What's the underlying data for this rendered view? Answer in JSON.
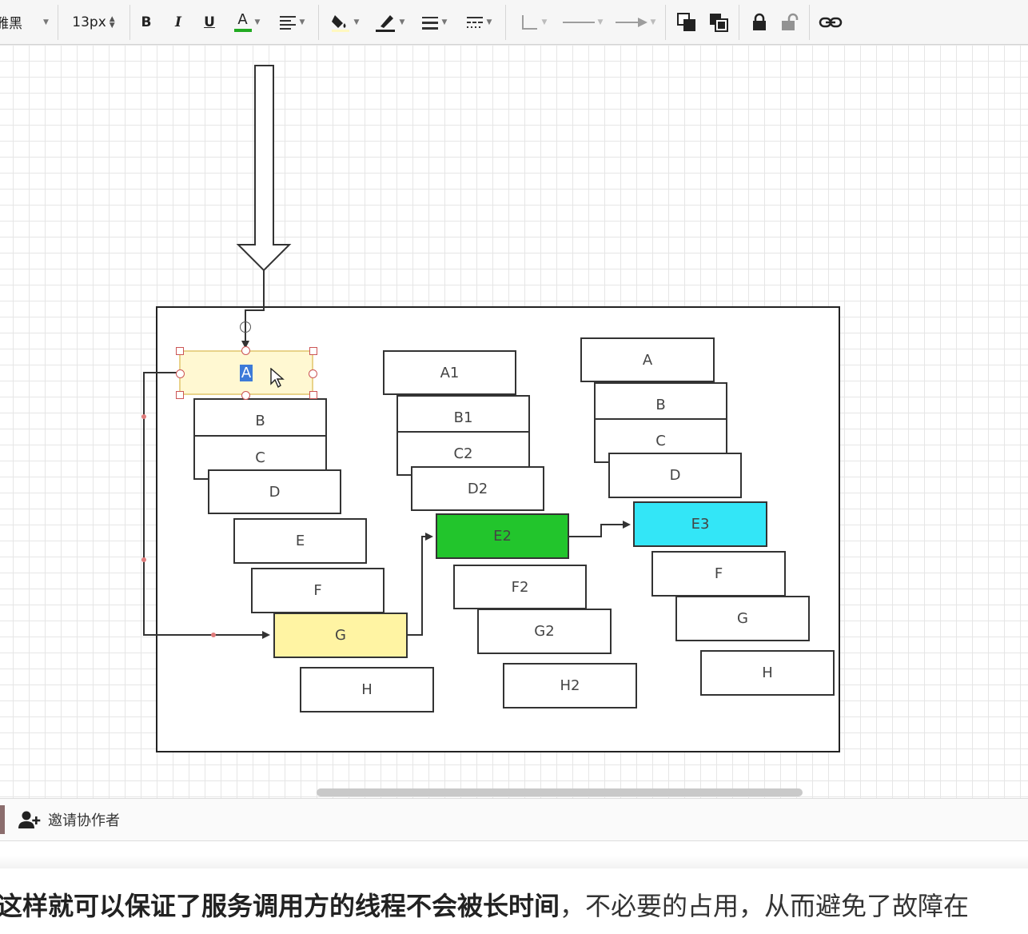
{
  "toolbar": {
    "font_name": "雅黑",
    "font_size": "13px",
    "bold_label": "B",
    "italic_label": "I",
    "underline_label": "U",
    "font_color_label": "A",
    "font_color_accent": "#22aa22"
  },
  "diagram": {
    "nodes": [
      {
        "label": "A",
        "selected": true
      },
      {
        "label": "B"
      },
      {
        "label": "C"
      },
      {
        "label": "D"
      },
      {
        "label": "E"
      },
      {
        "label": "F"
      },
      {
        "label": "G",
        "fill": "#fff4a3"
      },
      {
        "label": "H"
      },
      {
        "label": "A1"
      },
      {
        "label": "B1"
      },
      {
        "label": "C2"
      },
      {
        "label": "D2"
      },
      {
        "label": "E2",
        "fill": "#22c52c"
      },
      {
        "label": "F2"
      },
      {
        "label": "G2"
      },
      {
        "label": "H2"
      },
      {
        "label": "A"
      },
      {
        "label": "B"
      },
      {
        "label": "C"
      },
      {
        "label": "D"
      },
      {
        "label": "E3",
        "fill": "#33e6f7"
      },
      {
        "label": "F"
      },
      {
        "label": "G"
      },
      {
        "label": "H"
      }
    ]
  },
  "bottom_bar": {
    "invite_label": "邀请协作者"
  },
  "document": {
    "bold_text": "这样就可以保证了服务调用方的线程不会被长时间",
    "normal_text": "，不必要的占用，从而避免了故障在"
  }
}
